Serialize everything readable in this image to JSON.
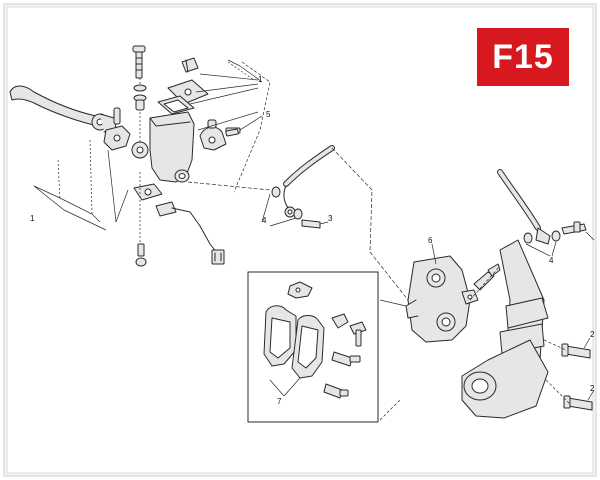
{
  "page_code": "F15",
  "colors": {
    "badge": "#d7191f",
    "line": "#2a2a2a",
    "part_fill": "#e6e6e6",
    "shadow": "#c8c8c8"
  },
  "callouts": {
    "c1_top": "1",
    "c1_left": "1",
    "c5": "5",
    "c4_upper": "4",
    "c3": "3",
    "c4_right": "4",
    "c6": "6",
    "c7": "7",
    "c2_a": "2",
    "c2_b": "2"
  }
}
